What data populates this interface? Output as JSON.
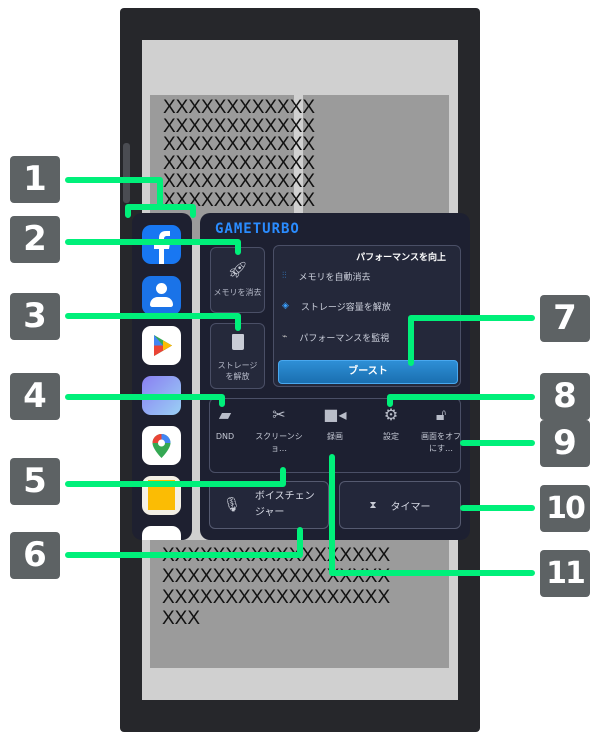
{
  "background_text": {
    "left_column": "XXXXXXXXXXXX\nXXXXXXXXXXXX\nXXXXXXXXXXXX\nXXXXXXXXXXXX\nXXXXXXXXXXXX\nXXXXXXXXXXXX",
    "bottom": "XXXXXXXXXXXXXXXXXX\nXXXXXXXXXXXXXXXXXX\nXXXXXXXXXXXXXXXXXX\nXXX"
  },
  "sidebar": {
    "apps": [
      {
        "icon": "facebook-icon",
        "color": "#1877f2"
      },
      {
        "icon": "contacts-icon",
        "color": "#1a73e8"
      },
      {
        "icon": "play-store-icon",
        "color": "#ffffff"
      },
      {
        "icon": "gallery-icon",
        "color": "#8f8cf5"
      },
      {
        "icon": "maps-icon",
        "color": "#ffffff"
      },
      {
        "icon": "notes-icon",
        "color": "#fbbc04"
      }
    ]
  },
  "panel": {
    "logo": "GAMETURBO",
    "clear_memory": "メモリを消去",
    "free_storage": "ストレージを解放",
    "performance": {
      "title": "パフォーマンスを向上",
      "items": [
        "メモリを自動消去",
        "ストレージ容量を解放",
        "パフォーマンスを監視"
      ],
      "boost": "ブースト"
    },
    "tools": [
      {
        "label": "DND",
        "icon": "dnd-icon"
      },
      {
        "label": "スクリーンショ…",
        "icon": "scissors-icon"
      },
      {
        "label": "録画",
        "icon": "video-camera-icon"
      },
      {
        "label": "設定",
        "icon": "gear-icon"
      },
      {
        "label": "画面をオフにす…",
        "icon": "lock-icon"
      }
    ],
    "voice_changer": "ボイスチェンジャー",
    "timer": "タイマー"
  },
  "callouts": [
    "1",
    "2",
    "3",
    "4",
    "5",
    "6",
    "7",
    "8",
    "9",
    "10",
    "11"
  ],
  "accent": "#00f07a"
}
